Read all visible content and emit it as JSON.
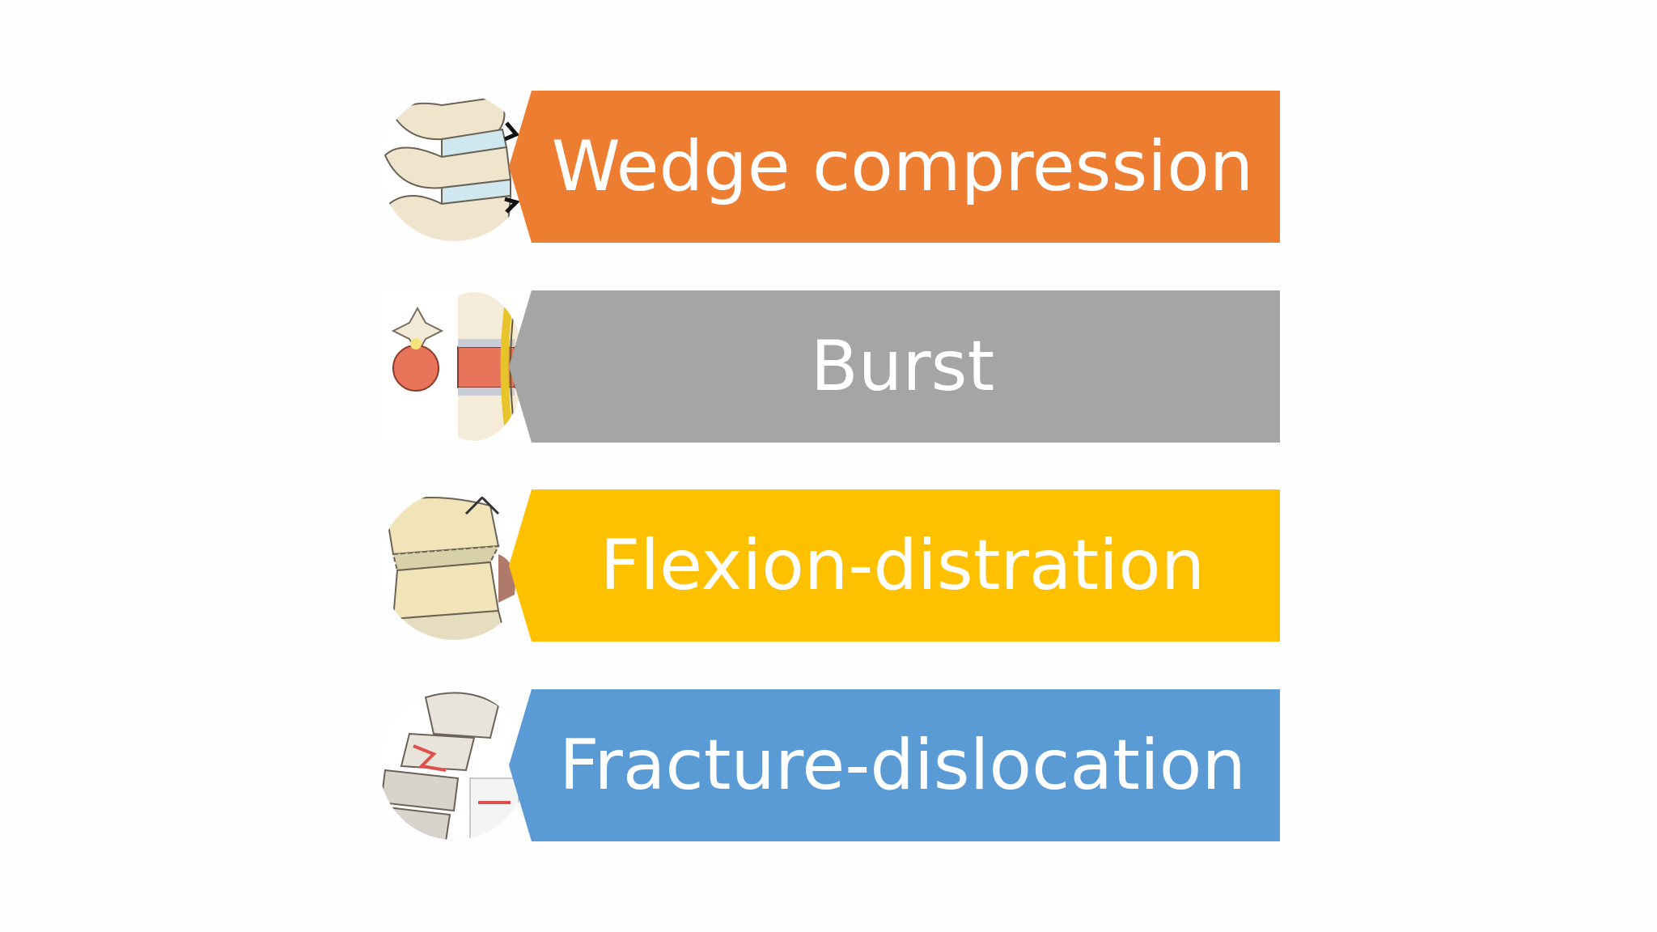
{
  "items": [
    {
      "label": "Wedge compression",
      "color": "#ed7d31",
      "image": "wedge-compression-spine-illustration"
    },
    {
      "label": "Burst",
      "color": "#a5a5a5",
      "image": "burst-fracture-spine-illustration"
    },
    {
      "label": "Flexion-distration",
      "color": "#ffc000",
      "image": "flexion-distraction-spine-illustration"
    },
    {
      "label": "Fracture-dislocation",
      "color": "#5b9bd5",
      "image": "fracture-dislocation-spine-illustration"
    }
  ]
}
